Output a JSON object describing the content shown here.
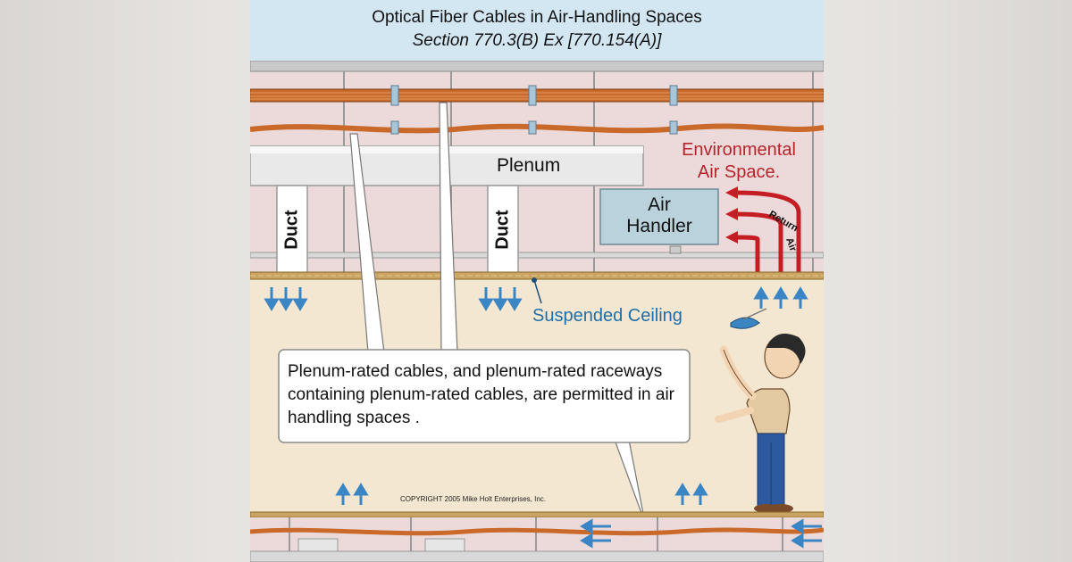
{
  "diagram": {
    "title": "Optical Fiber Cables in Air-Handling Spaces",
    "subtitle": "Section 770.3(B) Ex [770.154(A)]",
    "plenum_label": "Plenum",
    "duct_label": "Duct",
    "air_handler_line1": "Air",
    "air_handler_line2": "Handler",
    "environmental_line1": "Environmental",
    "environmental_line2": "Air Space.",
    "return_label": "Return",
    "air_label": "Air",
    "suspended_ceiling_label": "Suspended Ceiling",
    "note_text": "Plenum-rated cables, and plenum-rated raceways containing plenum-rated cables, are permitted in air handling spaces .",
    "copyright": "COPYRIGHT 2005 Mike Holt Enterprises, Inc."
  },
  "colors": {
    "cable": "#c9692a",
    "arrow_blue": "#3a86c4",
    "arrow_red": "#c41e24",
    "plenum_wall": "#ecdada",
    "ceiling_space": "#f3e7d2",
    "title_bg": "#d3e7f3",
    "air_handler": "#b9d2dc",
    "duct": "#ffffff"
  }
}
